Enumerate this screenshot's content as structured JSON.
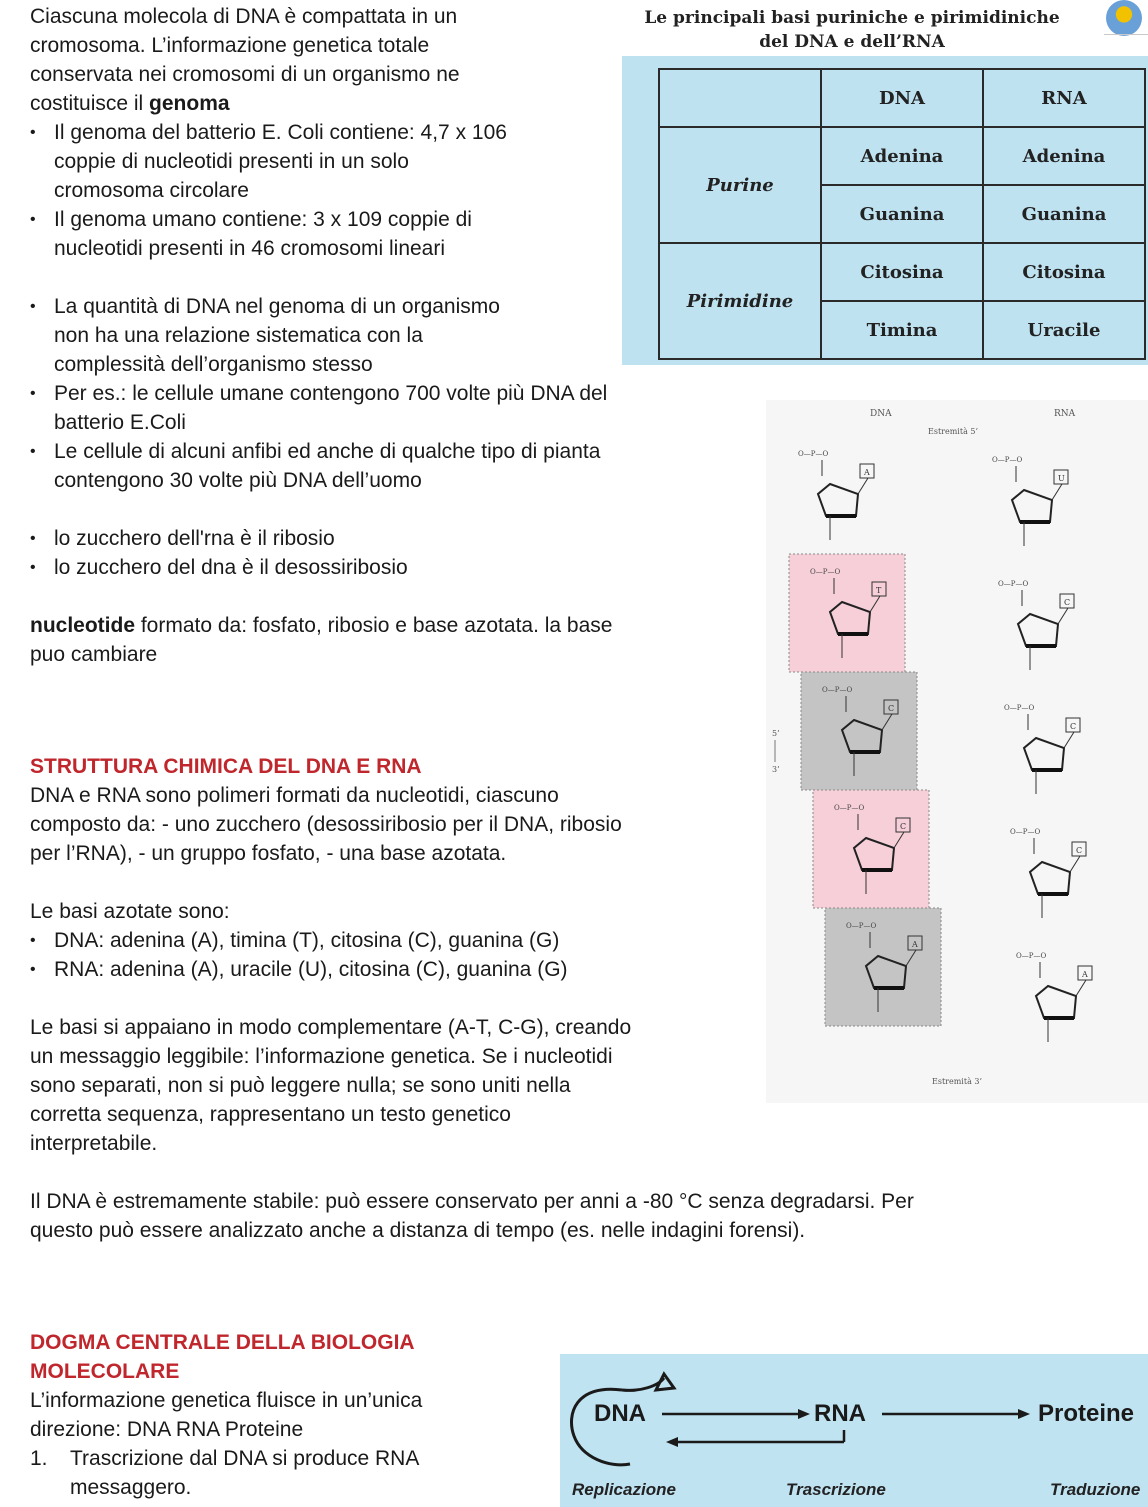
{
  "intro": {
    "line1": "Ciascuna molecola di DNA è compattata in un",
    "line2": "cromosoma. L’informazione genetica totale",
    "line3": "conservata nei cromosomi di un organismo ne",
    "line4_pre": "costituisce il ",
    "line4_bold": "genoma",
    "b1_l1": "Il genoma del batterio E. Coli contiene: 4,7 x 106",
    "b1_l2": "coppie di nucleotidi presenti in un solo",
    "b1_l3": "cromosoma circolare",
    "b2_l1": "Il genoma umano contiene: 3 x 109 coppie di",
    "b2_l2": "nucleotidi presenti in 46 cromosomi lineari",
    "b3_l1": "La quantità di DNA nel genoma di un organismo",
    "b3_l2": "non ha una relazione sistematica con la",
    "b3_l3": "complessità dell’organismo stesso",
    "b4_l1": "Per es.: le cellule umane contengono 700 volte più DNA del",
    "b4_l2": "batterio E.Coli",
    "b5_l1": "Le cellule di alcuni anfibi ed anche di qualche tipo di pianta",
    "b5_l2": "contengono 30 volte più DNA dell’uomo",
    "b6": "lo zucchero dell'rna è il ribosio",
    "b7": "lo zucchero del dna è il desossiribosio",
    "nuc_bold": "nucleotide",
    "nuc_l1": " formato da: fosfato, ribosio e base azotata. la base",
    "nuc_l2": "puo cambiare"
  },
  "structure": {
    "heading": "STRUTTURA CHIMICA DEL DNA E RNA",
    "p1_l1": "DNA e RNA sono polimeri formati da nucleotidi, ciascuno",
    "p1_l2": "composto da: - uno zucchero (desossiribosio per il DNA, ribosio",
    "p1_l3": "per l’RNA), - un gruppo fosfato, - una base azotata.",
    "bases_intro": "Le basi azotate sono:",
    "dna_bases": "DNA: adenina (A), timina (T), citosina (C), guanina (G)",
    "rna_bases": "RNA: adenina (A), uracile (U), citosina (C), guanina (G)",
    "p2_l1": "Le basi si appaiano in modo complementare (A-T, C-G), creando",
    "p2_l2": "un messaggio leggibile: l’informazione genetica. Se i nucleotidi",
    "p2_l3": "sono separati, non si può leggere nulla; se sono uniti nella",
    "p2_l4": "corretta sequenza, rappresentano un testo genetico",
    "p2_l5": "interpretabile.",
    "p3_l1": "Il DNA è estremamente stabile: può essere conservato per anni a -80 °C senza degradarsi. Per",
    "p3_l2": "questo può essere analizzato anche a distanza di tempo (es. nelle indagini forensi)."
  },
  "dogma": {
    "heading_l1": "DOGMA CENTRALE DELLA BIOLOGIA",
    "heading_l2": "MOLECOLARE",
    "p_l1": "L’informazione genetica fluisce in un’unica",
    "p_l2": "direzione: DNA  RNA  Proteine",
    "item1_num": "1.",
    "item1_l1": "Trascrizione  dal DNA si produce RNA",
    "item1_l2": "messaggero."
  },
  "bases_table": {
    "title_l1": "Le principali basi puriniche e pirimidiniche",
    "title_l2": "del DNA e dell’RNA",
    "col_dna": "DNA",
    "col_rna": "RNA",
    "purine": "Purine",
    "pirimidine": "Pirimidine",
    "rows": [
      {
        "dna": "Adenina",
        "rna": "Adenina"
      },
      {
        "dna": "Guanina",
        "rna": "Guanina"
      },
      {
        "dna": "Citosina",
        "rna": "Citosina"
      },
      {
        "dna": "Timina",
        "rna": "Uracile"
      }
    ],
    "colors": {
      "panel": "#bfe2f1"
    }
  },
  "chain_figure": {
    "label_dna": "DNA",
    "label_rna": "RNA",
    "end5": "Estremità 5’",
    "end3": "Estremità 3’",
    "side5": "5’",
    "side3": "3’",
    "dna_bases": [
      "A",
      "T",
      "C",
      "C",
      "A"
    ],
    "rna_bases": [
      "U",
      "C",
      "C",
      "C",
      "A"
    ],
    "colors": {
      "pink": "#f6cfd9",
      "grey": "#c4c4c4"
    }
  },
  "dogma_figure": {
    "dna": "DNA",
    "rna": "RNA",
    "proteine": "Proteine",
    "replicazione": "Replicazione",
    "trascrizione": "Trascrizione",
    "traduzione": "Traduzione",
    "colors": {
      "panel": "#c0e3f2"
    }
  }
}
